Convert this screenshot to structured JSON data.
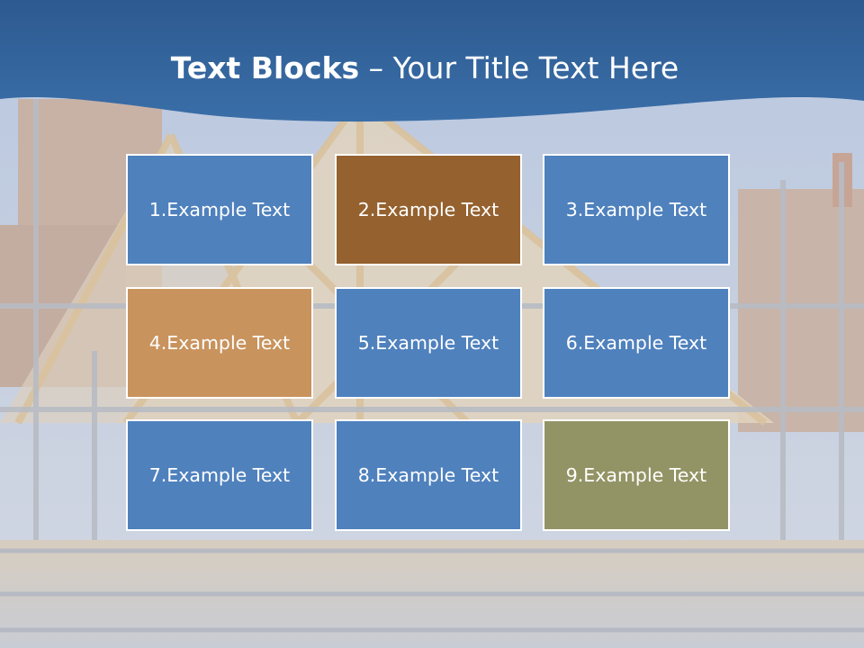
{
  "slide": {
    "title_bold": "Text Blocks",
    "title_dash": " – ",
    "title_rest": "Your Title Text Here"
  },
  "blocks": [
    {
      "label": "1.Example Text",
      "color": "#4f81bd"
    },
    {
      "label": "2.Example Text",
      "color": "#94612f"
    },
    {
      "label": "3.Example Text",
      "color": "#4f81bd"
    },
    {
      "label": "4.Example Text",
      "color": "#c8935d"
    },
    {
      "label": "5.Example Text",
      "color": "#4f81bd"
    },
    {
      "label": "6.Example Text",
      "color": "#4f81bd"
    },
    {
      "label": "7.Example Text",
      "color": "#4f81bd"
    },
    {
      "label": "8.Example Text",
      "color": "#4f81bd"
    },
    {
      "label": "9.Example Text",
      "color": "#939465"
    }
  ],
  "background_image": "construction-site-roof-trusses-scaffolding",
  "colors": {
    "title_band": "#30609a",
    "title_text": "#ffffff",
    "block_border": "#ffffff"
  }
}
